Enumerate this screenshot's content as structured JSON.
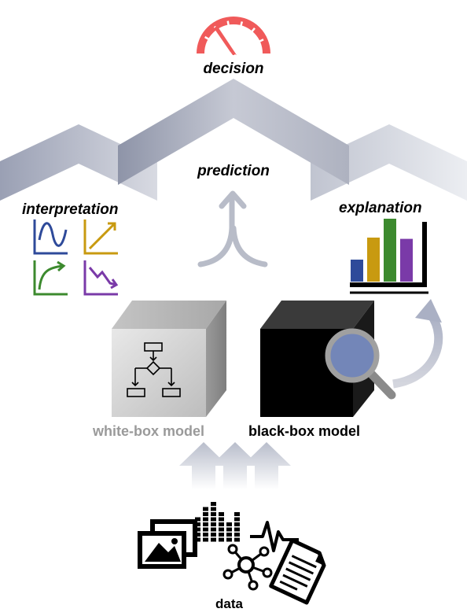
{
  "labels": {
    "decision": "decision",
    "prediction": "prediction",
    "interpretation": "interpretation",
    "explanation": "explanation",
    "white_box": "white-box model",
    "black_box": "black-box model",
    "data": "data"
  },
  "colors": {
    "gauge": "#f05a5a",
    "white_box_text": "#9a9a9a",
    "black_box_text": "#000000",
    "arrow_gray": "#b8bcc8",
    "chart_blue": "#2e4a9a",
    "chart_gold": "#c89a10",
    "chart_green": "#3c8a2e",
    "chart_purple": "#7a3aa8"
  },
  "explanation_bars": [
    {
      "color": "#2e4a9a",
      "value": 0.35
    },
    {
      "color": "#c89a10",
      "value": 0.7
    },
    {
      "color": "#3c8a2e",
      "value": 1.0
    },
    {
      "color": "#7a3aa8",
      "value": 0.68
    }
  ],
  "icons": [
    "speedometer-icon",
    "flowchart-icon",
    "magnifier-icon",
    "image-icon",
    "audio-icon",
    "signal-icon",
    "network-icon",
    "document-icon"
  ]
}
